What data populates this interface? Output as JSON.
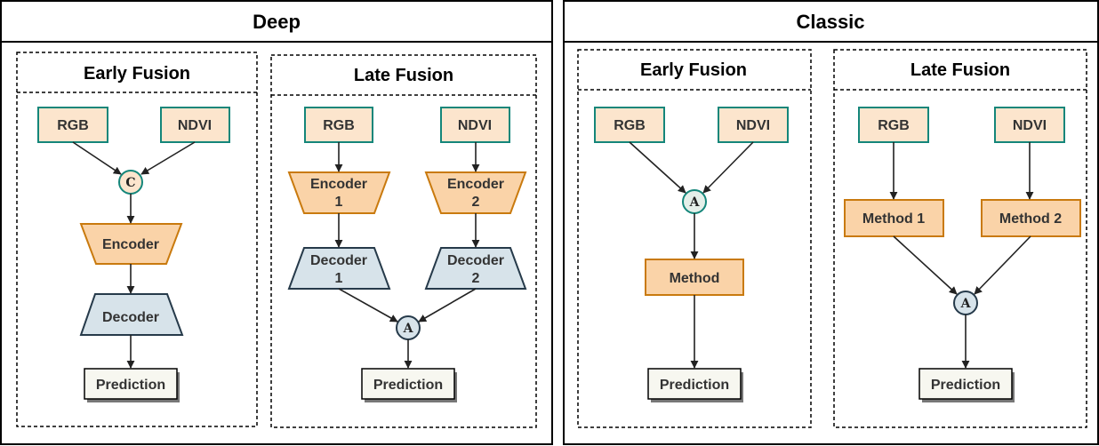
{
  "panels": {
    "deep": {
      "title": "Deep",
      "early_fusion": {
        "title": "Early Fusion",
        "rgb": "RGB",
        "ndvi": "NDVI",
        "concat": "C",
        "encoder": "Encoder",
        "decoder": "Decoder",
        "prediction": "Prediction"
      },
      "late_fusion": {
        "title": "Late Fusion",
        "rgb": "RGB",
        "ndvi": "NDVI",
        "encoder_1": [
          "Encoder",
          "1"
        ],
        "encoder_2": [
          "Encoder",
          "2"
        ],
        "decoder_1": [
          "Decoder",
          "1"
        ],
        "decoder_2": [
          "Decoder",
          "2"
        ],
        "aggregate": "A",
        "prediction": "Prediction"
      }
    },
    "classic": {
      "title": "Classic",
      "early_fusion": {
        "title": "Early Fusion",
        "rgb": "RGB",
        "ndvi": "NDVI",
        "aggregate": "A",
        "method": "Method",
        "prediction": "Prediction"
      },
      "late_fusion": {
        "title": "Late Fusion",
        "rgb": "RGB",
        "ndvi": "NDVI",
        "method_1": "Method 1",
        "method_2": "Method 2",
        "aggregate": "A",
        "prediction": "Prediction"
      }
    }
  },
  "colors": {
    "input_fill": "#fce5cd",
    "input_border": "#14867a",
    "encoder_fill": "#fad3a8",
    "encoder_border": "#c97a0e",
    "decoder_fill": "#d7e3ea",
    "decoder_border": "#263a4a",
    "prediction_fill": "#f7f7f0"
  }
}
